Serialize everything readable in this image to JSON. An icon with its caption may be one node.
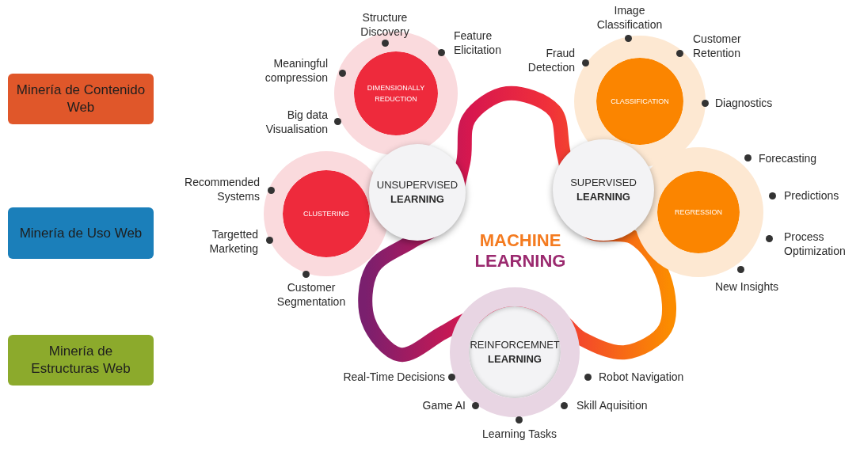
{
  "diagram": {
    "nodes": [
      {
        "text": [
          "Minería de Contenido Web"
        ]
      },
      {
        "text": [
          "Minería de Uso Web"
        ]
      },
      {
        "text": [
          "Minería de Estructuras Web"
        ]
      },
      {
        "text": [
          "UNSUPERVISED **LEARNING**"
        ]
      },
      {
        "text": [
          "SUPERVISED **LEARNING**"
        ]
      },
      {
        "text": [
          "REINFORCEMNET **LEARNING**"
        ],
        "beside": [
          "Real-Time Decisions",
          "Game AI",
          "Learning Tasks",
          "Robot Navigation",
          "Skill Aquisition"
        ]
      },
      {
        "text": [
          "DIMENSIONALLY REDUCTION"
        ],
        "beside": [
          "Structure Discovery",
          "Feature Elicitation",
          "Meaningful compression",
          "Big data Visualisation"
        ]
      },
      {
        "text": [
          "CLUSTERING"
        ],
        "beside": [
          "Recommended Systems",
          "Targetted Marketing",
          "Customer Segmentation"
        ]
      },
      {
        "text": [
          "CLASSIFICATION"
        ],
        "beside": [
          "Image Classification",
          "Fraud Detection",
          "Customer Retention",
          "Diagnostics"
        ]
      },
      {
        "text": [
          "REGRESSION"
        ],
        "beside": [
          "Forecasting",
          "Predictions",
          "Process Optimization",
          "New Insights"
        ]
      }
    ],
    "labels": [
      "MACHINE",
      "LEARNING"
    ]
  }
}
